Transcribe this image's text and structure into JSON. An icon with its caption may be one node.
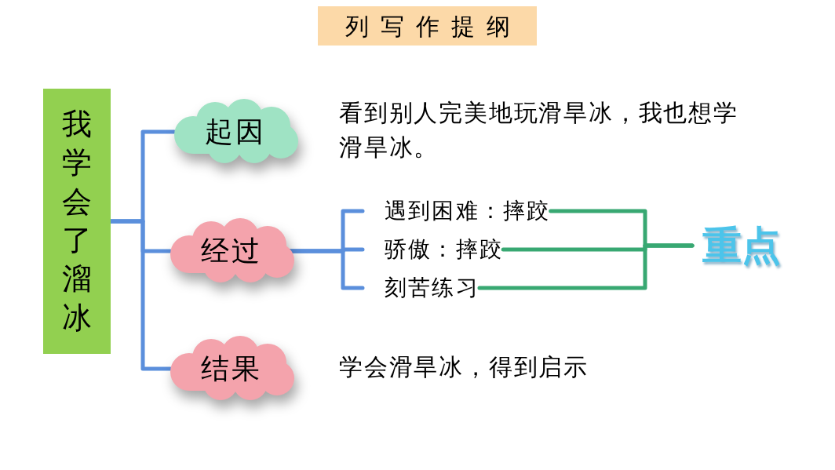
{
  "diagram": {
    "title": "列写作提纲",
    "nodes": [
      {
        "text": [
          "我学会了溜冰"
        ]
      },
      {
        "text": [
          "起因"
        ],
        "beside": [
          "看到别人完美地玩滑旱冰，我也想学滑旱冰。"
        ]
      },
      {
        "text": [
          "经过"
        ]
      },
      {
        "text": [
          "结果"
        ],
        "beside": [
          "学会滑旱冰，得到启示"
        ]
      },
      {
        "text": [
          "遇到困难：摔跤"
        ]
      },
      {
        "text": [
          "骄傲：摔跤"
        ]
      },
      {
        "text": [
          "刻苦练习"
        ]
      },
      {
        "text": [
          "重点"
        ]
      }
    ],
    "edges": [
      {
        "from": 0,
        "to": 1,
        "arrow": "none"
      },
      {
        "from": 0,
        "to": 2,
        "arrow": "none"
      },
      {
        "from": 0,
        "to": 3,
        "arrow": "none"
      },
      {
        "from": 2,
        "to": 4,
        "arrow": "none"
      },
      {
        "from": 2,
        "to": 5,
        "arrow": "none"
      },
      {
        "from": 2,
        "to": 6,
        "arrow": "none"
      },
      {
        "from": 4,
        "to": 7,
        "arrow": "none",
        "color": "#38a872"
      },
      {
        "from": 5,
        "to": 7,
        "arrow": "none",
        "color": "#38a872"
      },
      {
        "from": 6,
        "to": 7,
        "arrow": "none",
        "color": "#38a872"
      }
    ]
  }
}
